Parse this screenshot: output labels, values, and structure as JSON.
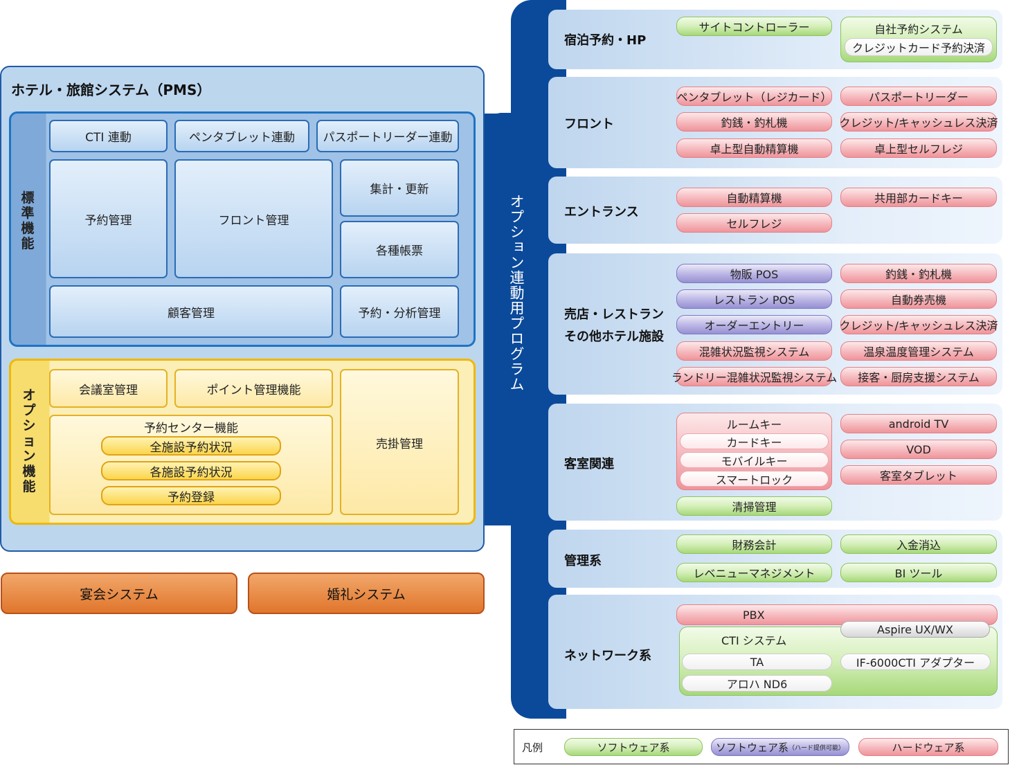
{
  "pms": {
    "title": "ホテル・旅館システム（PMS）",
    "standard": {
      "label": "標準機能",
      "cti": "CTI 連動",
      "pentablet": "ペンタブレット連動",
      "passport": "パスポートリーダー連動",
      "reservation": "予約管理",
      "front": "フロント管理",
      "aggregate": "集計・更新",
      "forms": "各種帳票",
      "customer": "顧客管理",
      "analysis": "予約・分析管理"
    },
    "option": {
      "label": "オプション機能",
      "meeting": "会議室管理",
      "points": "ポイント管理機能",
      "center": "予約センター機能",
      "all_status": "全施設予約状況",
      "each_status": "各施設予約状況",
      "register": "予約登録",
      "receivable": "売掛管理"
    }
  },
  "bottom": {
    "banquet": "宴会システム",
    "wedding": "婚礼システム"
  },
  "program": {
    "label": "オプション連動用プログラム",
    "sections": {
      "booking": {
        "label": "宿泊予約・HP",
        "site_controller": "サイトコントローラー",
        "own_system": "自社予約システム",
        "credit": "クレジットカード予約決済"
      },
      "front": {
        "label": "フロント",
        "items": [
          "ペンタブレット（レジカード）",
          "パスポートリーダー",
          "釣銭・釣札機",
          "クレジット/キャッシュレス決済",
          "卓上型自動精算機",
          "卓上型セルフレジ"
        ]
      },
      "entrance": {
        "label": "エントランス",
        "items": [
          "自動精算機",
          "共用部カードキー",
          "セルフレジ"
        ]
      },
      "shop": {
        "label1": "売店・レストラン",
        "label2": "その他ホテル施設",
        "left": [
          "物販 POS",
          "レストラン POS",
          "オーダーエントリー",
          "混雑状況監視システム",
          "ランドリー混雑状況監視システム"
        ],
        "right": [
          "釣銭・釣札機",
          "自動券売機",
          "クレジット/キャッシュレス決済",
          "温泉温度管理システム",
          "接客・厨房支援システム"
        ]
      },
      "room": {
        "label": "客室関連",
        "roomkey": "ルームキー",
        "keys": [
          "カードキー",
          "モバイルキー",
          "スマートロック"
        ],
        "cleaning": "清掃管理",
        "right": [
          "android TV",
          "VOD",
          "客室タブレット"
        ]
      },
      "management": {
        "label": "管理系",
        "items": [
          "財務会計",
          "入金消込",
          "レベニューマネジメント",
          "BI ツール"
        ]
      },
      "network": {
        "label": "ネットワーク系",
        "pbx": "PBX",
        "aspire": "Aspire UX/WX",
        "cti": "CTI システム",
        "ta": "TA",
        "aloha": "アロハ ND6",
        "adapter": "IF-6000CTI アダプター"
      }
    }
  },
  "legend": {
    "title": "凡例",
    "software": "ソフトウェア系",
    "software_hw": "ソフトウェア系",
    "software_hw_note": "（ハード提供可能）",
    "hardware": "ハードウェア系"
  }
}
